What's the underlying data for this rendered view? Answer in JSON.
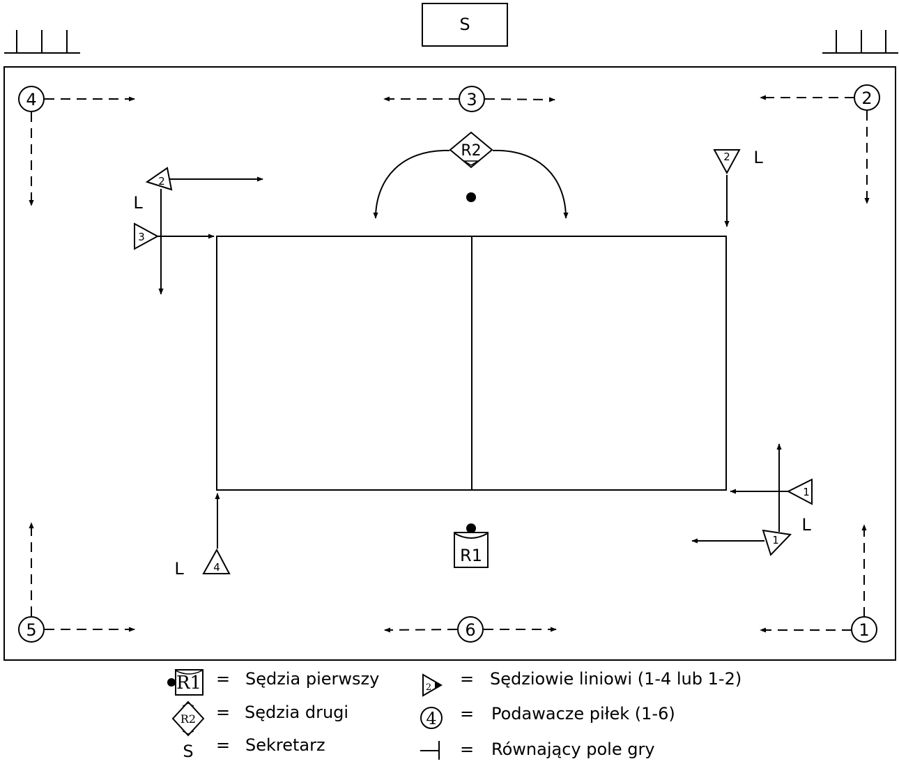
{
  "secretary_box": {
    "label": "S"
  },
  "ball_retrievers": [
    {
      "number": "4"
    },
    {
      "number": "3"
    },
    {
      "number": "2"
    },
    {
      "number": "5"
    },
    {
      "number": "6"
    },
    {
      "number": "1"
    }
  ],
  "line_judges": [
    {
      "number": "2",
      "side": "L"
    },
    {
      "number": "3"
    },
    {
      "number": "2",
      "side": "L"
    },
    {
      "number": "1"
    },
    {
      "number": "1",
      "side": "L"
    },
    {
      "number": "4",
      "side": "L"
    }
  ],
  "referees": {
    "second": {
      "label": "R2"
    },
    "first": {
      "label": "R1"
    }
  },
  "legend": {
    "equals": "=",
    "items": [
      {
        "symbol": "R1",
        "text": "Sędzia pierwszy"
      },
      {
        "symbol": "R2",
        "text": "Sędzia drugi"
      },
      {
        "symbol": "S",
        "text": "Sekretarz"
      },
      {
        "symbol": "2",
        "text": "Sędziowie liniowi (1-4 lub 1-2)"
      },
      {
        "symbol": "4",
        "text": "Podawacze piłek (1-6)"
      },
      {
        "symbol": "",
        "text": "Równający pole gry"
      }
    ]
  }
}
